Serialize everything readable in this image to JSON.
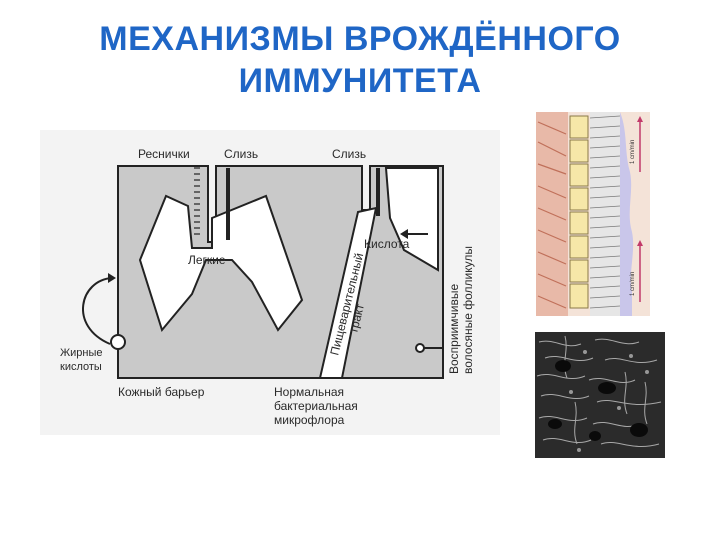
{
  "title": {
    "line1": "МЕХАНИЗМЫ ВРОЖДЁННОГО",
    "line2": "ИММУНИТЕТА"
  },
  "diagram": {
    "labels": {
      "cilia": "Реснички",
      "mucus1": "Слизь",
      "mucus2": "Слизь",
      "lungs": "Легкие",
      "acid": "Кислота",
      "gi_tract_line1": "Пищеварительный",
      "gi_tract_line2": "тракт",
      "fatty_acids_line1": "Жирные",
      "fatty_acids_line2": "кислоты",
      "skin_barrier": "Кожный барьер",
      "flora_line1": "Нормальная",
      "flora_line2": "бактериальная",
      "flora_line3": "микрофлора",
      "follicles_line1": "Восприимчивые",
      "follicles_line2": "волосяные фолликулы"
    }
  },
  "photo": {
    "scale_top": "1 cm/min",
    "scale_bottom": "1 cm/min"
  },
  "colors": {
    "title": "#1f66c6",
    "diagram_fill": "#c9c9c9",
    "diagram_stroke": "#222222"
  }
}
